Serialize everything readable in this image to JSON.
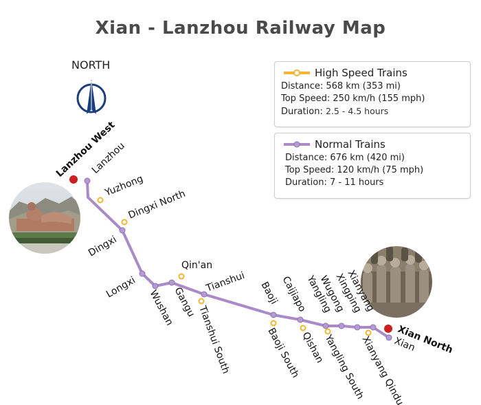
{
  "title": "Xian - Lanzhou Railway Map",
  "compass": {
    "label": "NORTH"
  },
  "legend": {
    "high_speed": {
      "name": "High Speed Trains",
      "color": "#f2b632",
      "distance": "Distance: 568 km (353 mi)",
      "top_speed": "Top Speed: 250 km/h (155 mph)",
      "duration_label": "Duration:",
      "duration_value": "2.5 - 4.5 hours"
    },
    "normal": {
      "name": "Normal Trains",
      "color": "#a98bc7",
      "distance": "Distance: 676 km (420 mi)",
      "top_speed": "Top Speed: 120 km/h (75 mph)",
      "duration": "Duration: 7 - 11 hours"
    }
  },
  "terminals": {
    "west": "Lanzhou West",
    "east": "Xian North",
    "color": "#cc1f1f"
  },
  "stations": {
    "lanzhou": "Lanzhou",
    "yuzhong": "Yuzhong",
    "dingxi_north": "Dingxi North",
    "dingxi": "Dingxi",
    "longxi": "Longxi",
    "wushan": "Wushan",
    "gangu": "Gangu",
    "qinan": "Qin'an",
    "tianshui": "Tianshui",
    "tianshui_south": "Tianshui South",
    "baoji": "Baoji",
    "baoji_south": "Baoji South",
    "caijiapo": "Caijiapo",
    "qishan": "Qishan",
    "yangling": "Yangling",
    "yangling_south": "Yangling South",
    "wugong": "Wugong",
    "xingping": "Xingping",
    "xianyang": "Xianyang",
    "xianyang_qindu": "Xianyang Qindu",
    "xian": "Xian"
  }
}
